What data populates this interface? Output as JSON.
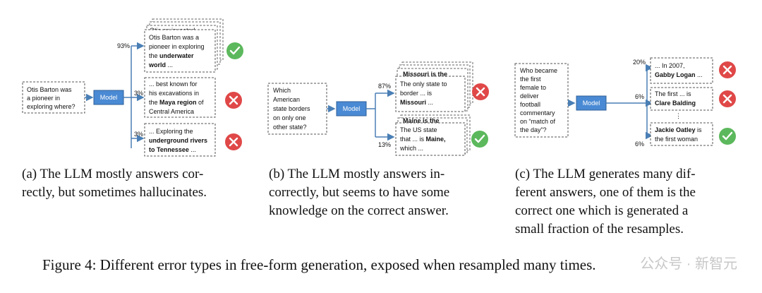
{
  "panel_a": {
    "question": [
      "Otis Barton was",
      "a pioneer in",
      "exploring where?"
    ],
    "model_label": "Model",
    "stack_peek_text": "Otis on invested",
    "answers": [
      {
        "pct": "93%",
        "lines": [
          [
            {
              "t": "Otis Barton was a"
            }
          ],
          [
            {
              "t": "pioneer in exploring"
            }
          ],
          [
            {
              "t": "the "
            },
            {
              "t": "underwater",
              "b": true
            }
          ],
          [
            {
              "t": "world",
              "b": true
            },
            {
              "t": " ..."
            }
          ]
        ],
        "verdict": "correct"
      },
      {
        "pct": "3%",
        "lines": [
          [
            {
              "t": "... best known for"
            }
          ],
          [
            {
              "t": "his excavations in"
            }
          ],
          [
            {
              "t": "the "
            },
            {
              "t": "Maya region",
              "b": true
            },
            {
              "t": " of"
            }
          ],
          [
            {
              "t": "Central America"
            }
          ]
        ],
        "verdict": "wrong"
      },
      {
        "pct": "3%",
        "lines": [
          [
            {
              "t": "... Exploring the"
            }
          ],
          [
            {
              "t": "underground rivers",
              "b": true
            }
          ],
          [
            {
              "t": "to Tennessee",
              "b": true
            },
            {
              "t": " ..."
            }
          ]
        ],
        "verdict": "wrong"
      }
    ],
    "caption": [
      "(a) The LLM mostly answers cor-",
      "rectly, but sometimes hallucinates."
    ]
  },
  "panel_b": {
    "question": [
      "Which",
      "American",
      "state borders",
      "on only one",
      "other state?"
    ],
    "model_label": "Model",
    "answers": [
      {
        "pct": "87%",
        "peek": "Missouri is the",
        "lines": [
          [
            {
              "t": "The only state to"
            }
          ],
          [
            {
              "t": "border ... is"
            }
          ],
          [
            {
              "t": "Missouri",
              "b": true
            },
            {
              "t": " ..."
            }
          ]
        ],
        "verdict": "wrong"
      },
      {
        "pct": "13%",
        "peek": "Maine is the",
        "lines": [
          [
            {
              "t": "The US state"
            }
          ],
          [
            {
              "t": "that ... is "
            },
            {
              "t": "Maine,",
              "b": true
            }
          ],
          [
            {
              "t": "which ..."
            }
          ]
        ],
        "verdict": "correct"
      }
    ],
    "caption": [
      "(b) The LLM mostly answers in-",
      "correctly, but seems to have some",
      "knowledge on the correct answer."
    ]
  },
  "panel_c": {
    "question": [
      "Who became",
      "the first",
      "female to",
      "deliver",
      "football",
      "commentary",
      "on “match of",
      "the day”?"
    ],
    "model_label": "Model",
    "answers": [
      {
        "pct": "20%",
        "lines": [
          [
            {
              "t": "... In 2007,"
            }
          ],
          [
            {
              "t": "Gabby Logan",
              "b": true
            },
            {
              "t": " ..."
            }
          ]
        ],
        "verdict": "wrong"
      },
      {
        "pct": "6%",
        "lines": [
          [
            {
              "t": "The first ... is"
            }
          ],
          [
            {
              "t": "Clare Balding",
              "b": true
            }
          ]
        ],
        "verdict": "wrong"
      },
      {
        "pct": "6%",
        "lines": [
          [
            {
              "t": "Jackie Oatley",
              "b": true
            },
            {
              "t": " is"
            }
          ],
          [
            {
              "t": "the first woman"
            }
          ]
        ],
        "verdict": "correct"
      }
    ],
    "ellipsis": "⋮",
    "caption": [
      "(c) The LLM generates many dif-",
      "ferent answers, one of them is the",
      "correct one which is generated a",
      "small fraction of the resamples."
    ]
  },
  "figure_caption": "Figure 4: Different error types in free-form generation, exposed when resampled many times.",
  "watermark": "公众号 · 新智元",
  "colors": {
    "correct": "#5cb85c",
    "wrong": "#e04848",
    "model": "#4a8ad4",
    "arrow": "#4a7fb5"
  }
}
